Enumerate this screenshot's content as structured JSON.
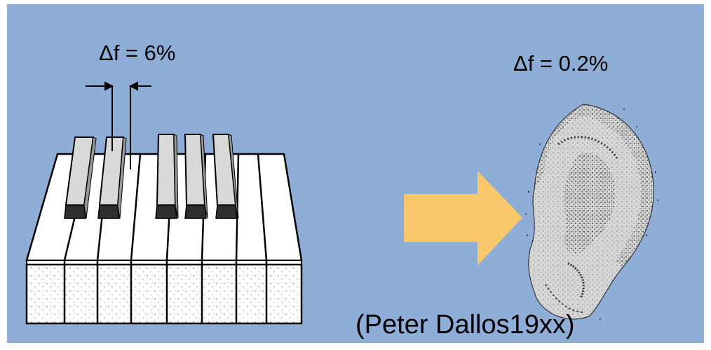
{
  "labels": {
    "piano_delta": "Δf = 6%",
    "ear_delta": "Δf = 0.2%",
    "credit": "(Peter Dallos19xx)"
  },
  "colors": {
    "background": "#8eaed7",
    "arrow": "#f8c86a",
    "key_white": "#ffffff",
    "key_black": "#2e2e2e"
  },
  "icons": [
    "piano-illustration",
    "arrow-right-icon",
    "ear-illustration"
  ]
}
